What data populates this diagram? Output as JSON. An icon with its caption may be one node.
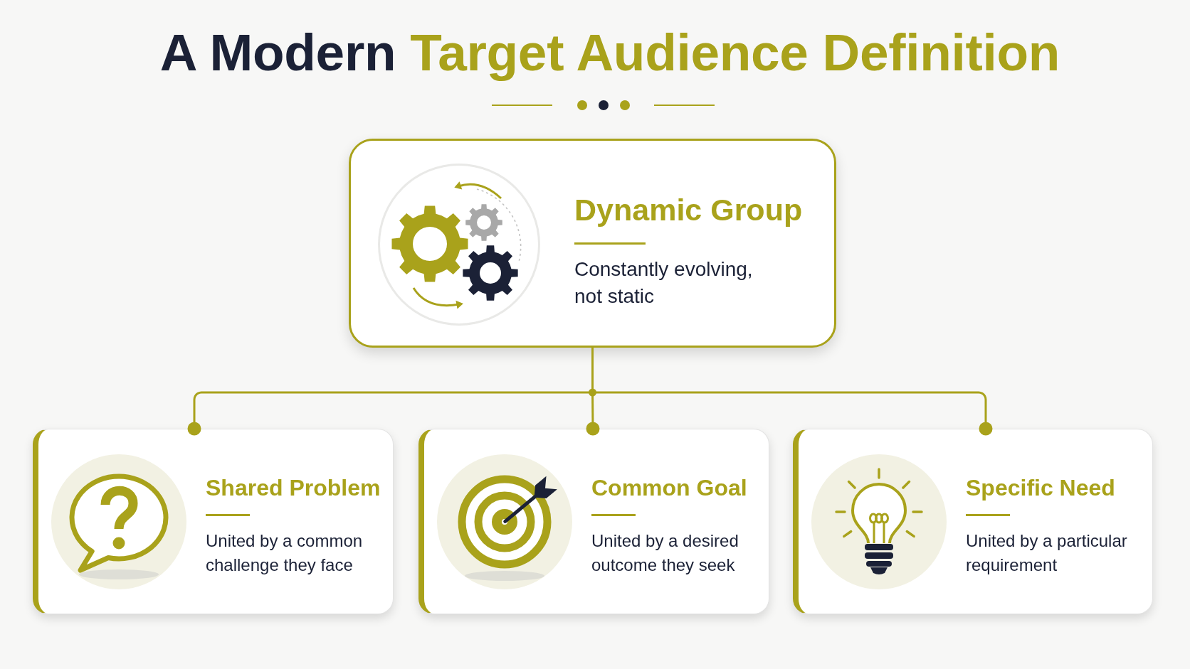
{
  "diagram": {
    "title": "A Modern Target Audience Definition",
    "nodes": [
      {
        "text": [
          "Dynamic Group",
          "Constantly evolving, not static"
        ]
      },
      {
        "text": [
          "Shared Problem",
          "United by a common challenge they face"
        ]
      },
      {
        "text": [
          "Common Goal",
          "United by a desired outcome they seek"
        ]
      },
      {
        "text": [
          "Specific Need",
          "United by a particular requirement"
        ]
      }
    ],
    "edges": [
      {
        "from": 0,
        "to": 1,
        "arrow": "other"
      },
      {
        "from": 0,
        "to": 2,
        "arrow": "other"
      },
      {
        "from": 0,
        "to": 3,
        "arrow": "other"
      }
    ]
  }
}
